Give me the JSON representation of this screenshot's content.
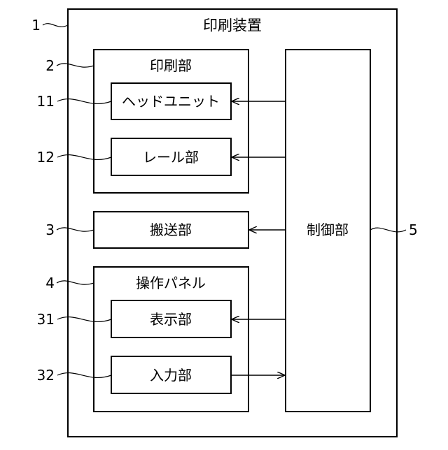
{
  "diagram": {
    "device": {
      "label": "印刷装置",
      "ref": "1"
    },
    "printing_unit": {
      "label": "印刷部",
      "ref": "2"
    },
    "head_unit": {
      "label": "ヘッドユニット",
      "ref": "11"
    },
    "rail_unit": {
      "label": "レール部",
      "ref": "12"
    },
    "transport_unit": {
      "label": "搬送部",
      "ref": "3"
    },
    "operation_panel": {
      "label": "操作パネル",
      "ref": "4"
    },
    "display_unit": {
      "label": "表示部",
      "ref": "31"
    },
    "input_unit": {
      "label": "入力部",
      "ref": "32"
    },
    "control_unit": {
      "label": "制御部",
      "ref": "5"
    }
  }
}
